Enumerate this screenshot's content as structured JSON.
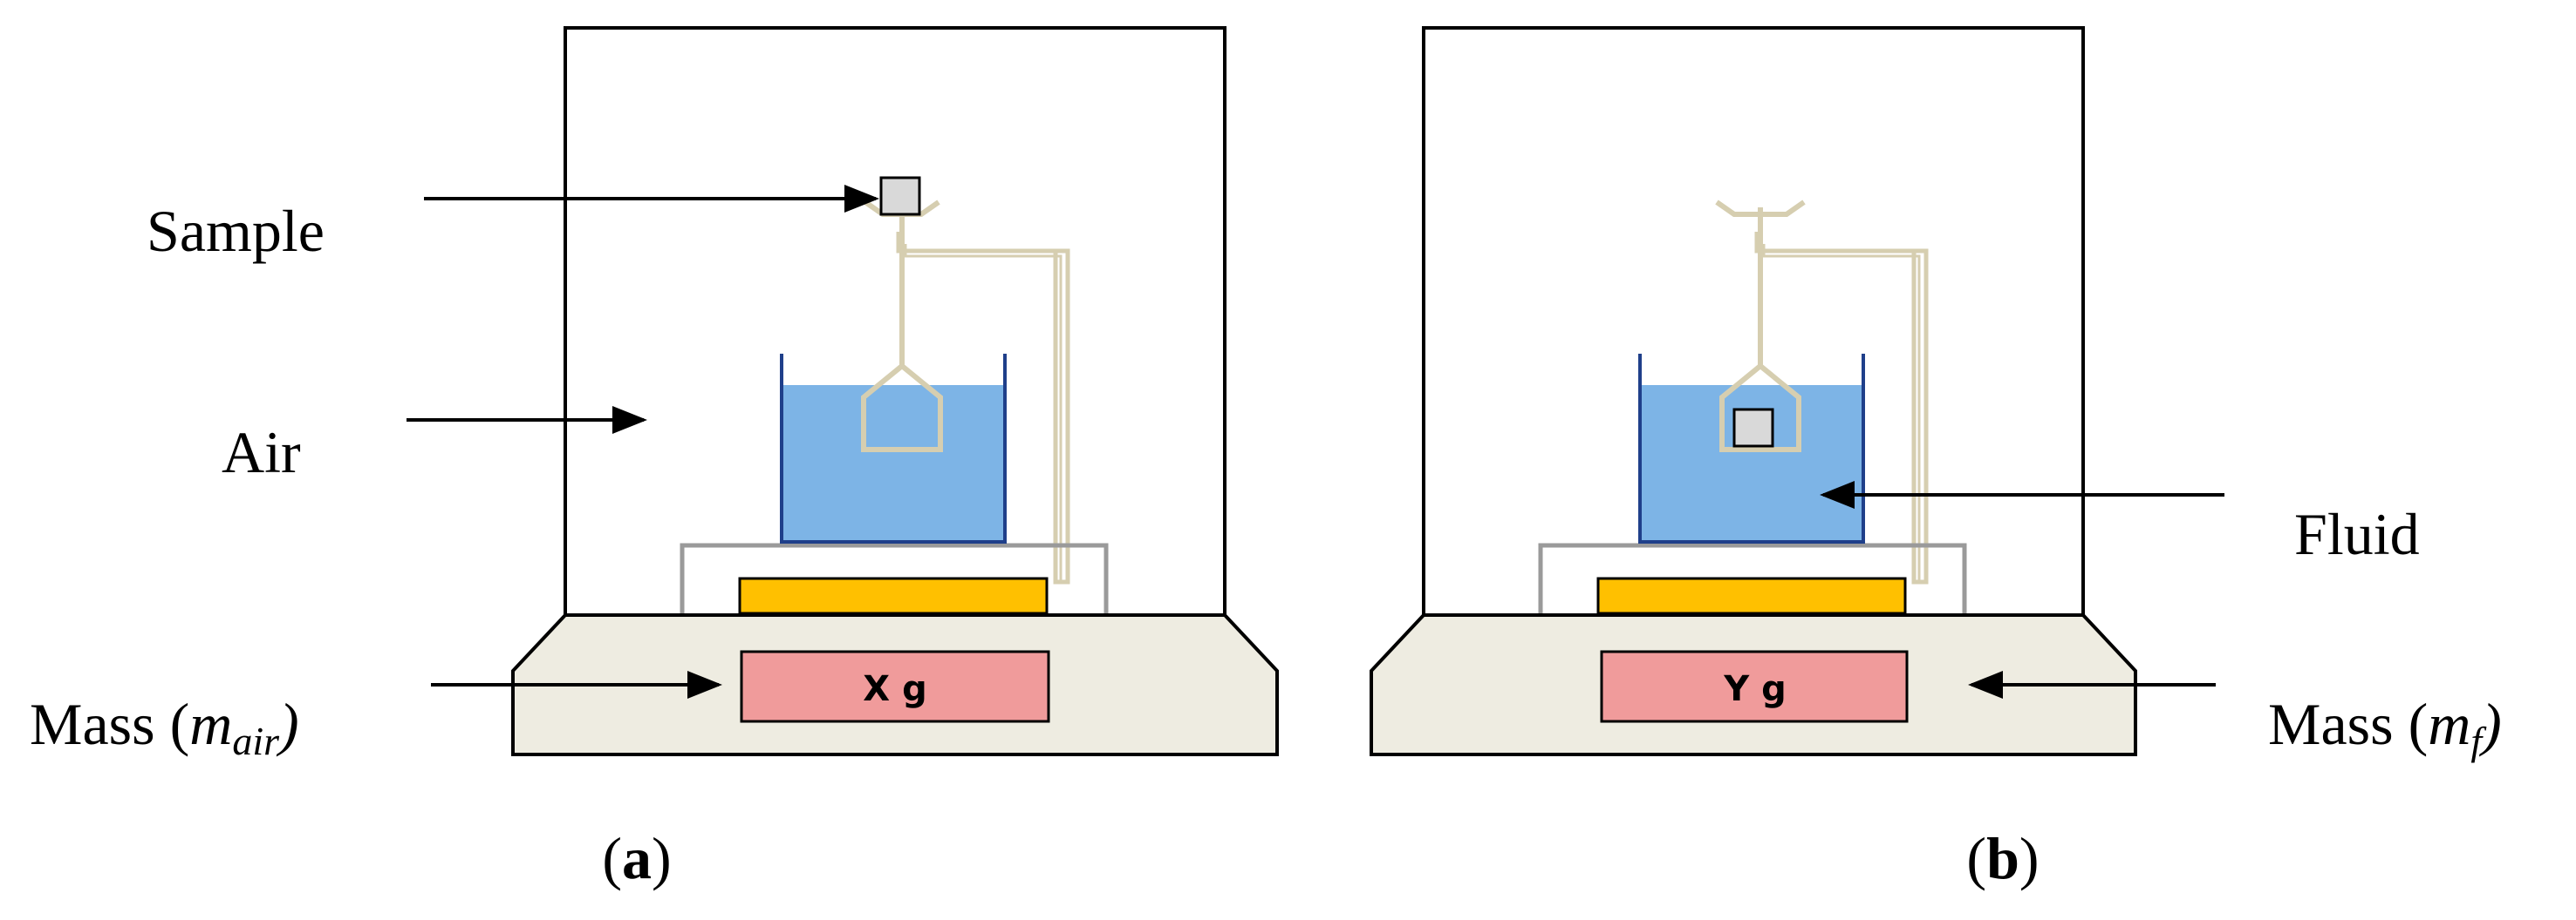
{
  "panels": [
    {
      "id": "a",
      "caption": "a",
      "display": "X g",
      "sample_location": "air",
      "labels": {
        "sample": "Sample",
        "air": "Air",
        "mass_prefix": "Mass (",
        "mass_var": "m",
        "mass_sub": "air",
        "mass_suffix": ")"
      }
    },
    {
      "id": "b",
      "caption": "b",
      "display": "Y g",
      "sample_location": "fluid",
      "labels": {
        "fluid": "Fluid",
        "mass_prefix": "Mass (",
        "mass_var": "m",
        "mass_sub": "f",
        "mass_suffix": ")"
      }
    }
  ],
  "colors": {
    "fluid": "#7db4e6",
    "fluid_edge": "#1f3f8a",
    "pan": "#ffc000",
    "display": "#f09b9b",
    "base": "#eeece1",
    "frame": "#d6ceb0",
    "sample": "#d9d9d9"
  }
}
